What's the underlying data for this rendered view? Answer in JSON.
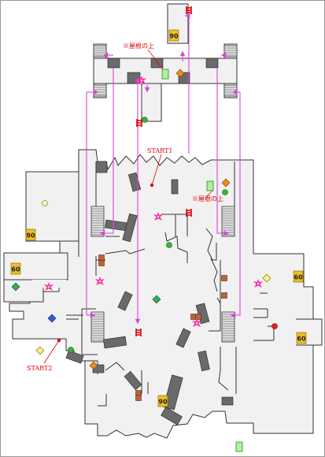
{
  "labels": {
    "start1": "START1",
    "start2": "START2",
    "roof_note_top": "※屋根の上",
    "roof_note_mid": "※屋根の上"
  },
  "badges": [
    "90",
    "90",
    "60",
    "60",
    "60",
    "90"
  ],
  "colors": {
    "floor": "#f1f1f1",
    "wall_line": "#333333",
    "pillar": "#6a6a6a",
    "arrow": "#e040e0",
    "label_red": "#e00000",
    "badge_bg": "#f0c020"
  },
  "items": {
    "star": "pink-burst-icon",
    "health": "green-circle-icon",
    "armor": "orange-diamond-icon",
    "ammo_green": "green-diamond-icon",
    "ammo_blue": "blue-diamond-icon",
    "ammo_yellow": "yellow-diamond-icon",
    "ladder": "ladder-icon",
    "crate": "crate-icon",
    "pickup_box": "green-box-icon"
  }
}
